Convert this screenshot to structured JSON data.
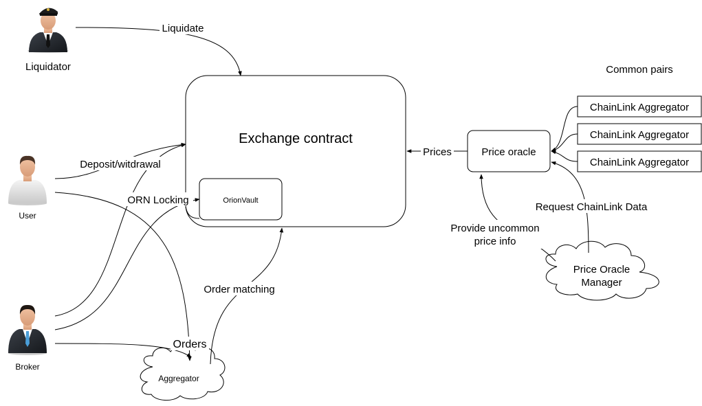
{
  "actors": {
    "liquidator": "Liquidator",
    "user": "User",
    "broker": "Broker"
  },
  "nodes": {
    "exchange_contract": "Exchange contract",
    "orion_vault": "OrionVault",
    "price_oracle": "Price oracle",
    "common_pairs": "Common pairs",
    "chainlink_aggregators": [
      "ChainLink Aggregator",
      "ChainLink Aggregator",
      "ChainLink Aggregator"
    ],
    "price_oracle_manager_line1": "Price Oracle",
    "price_oracle_manager_line2": "Manager",
    "aggregator": "Aggregator"
  },
  "edges": {
    "liquidate": "Liquidate",
    "deposit_withdrawal": "Deposit/witdrawal",
    "orn_locking": "ORN Locking",
    "prices": "Prices",
    "request_chainlink_data": "Request ChainLink Data",
    "provide_uncommon_line1": "Provide uncommon",
    "provide_uncommon_line2": "price info",
    "order_matching": "Order matching",
    "orders": "Orders"
  }
}
